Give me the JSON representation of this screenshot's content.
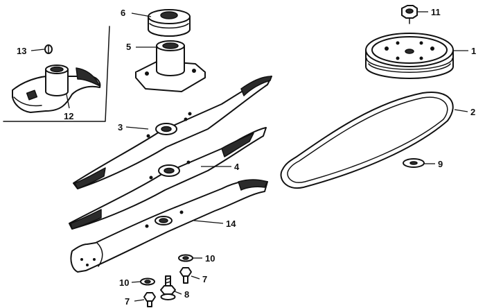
{
  "callouts": {
    "c1": "1",
    "c2": "2",
    "c3": "3",
    "c4": "4",
    "c5": "5",
    "c6": "6",
    "c7a": "7",
    "c7b": "7",
    "c8": "8",
    "c9": "9",
    "c10a": "10",
    "c10b": "10",
    "c11": "11",
    "c12": "12",
    "c13": "13",
    "c14": "14"
  },
  "colors": {
    "ink": "#111111",
    "paper": "#ffffff"
  }
}
